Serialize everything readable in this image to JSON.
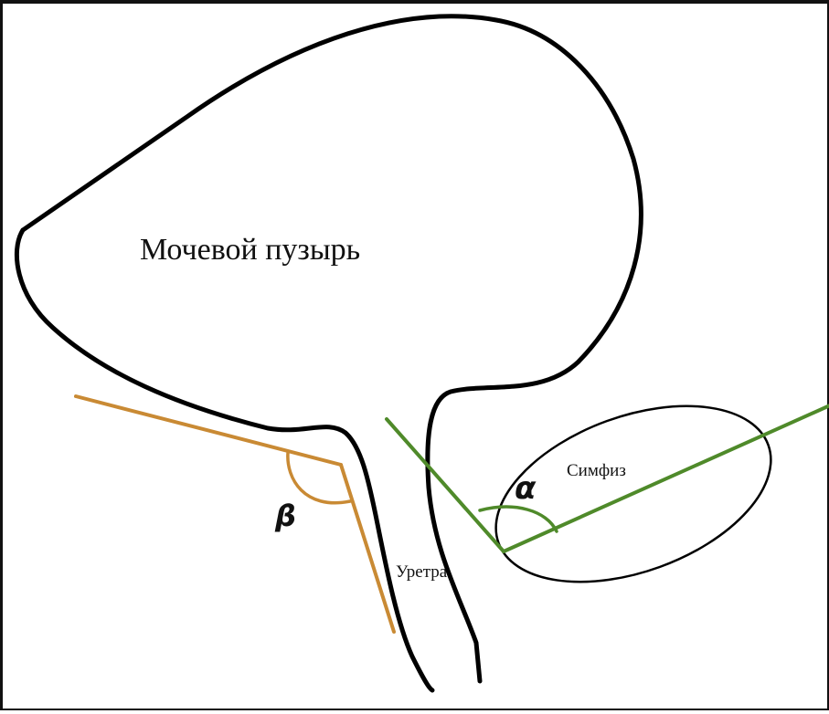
{
  "labels": {
    "bladder": "Мочевой пузырь",
    "symphysis": "Симфиз",
    "urethra": "Уретра",
    "alpha": "α",
    "beta": "β"
  },
  "colors": {
    "outline": "#000000",
    "beta_lines": "#c98a34",
    "alpha_lines": "#4f8a2a",
    "border": "#111111"
  }
}
